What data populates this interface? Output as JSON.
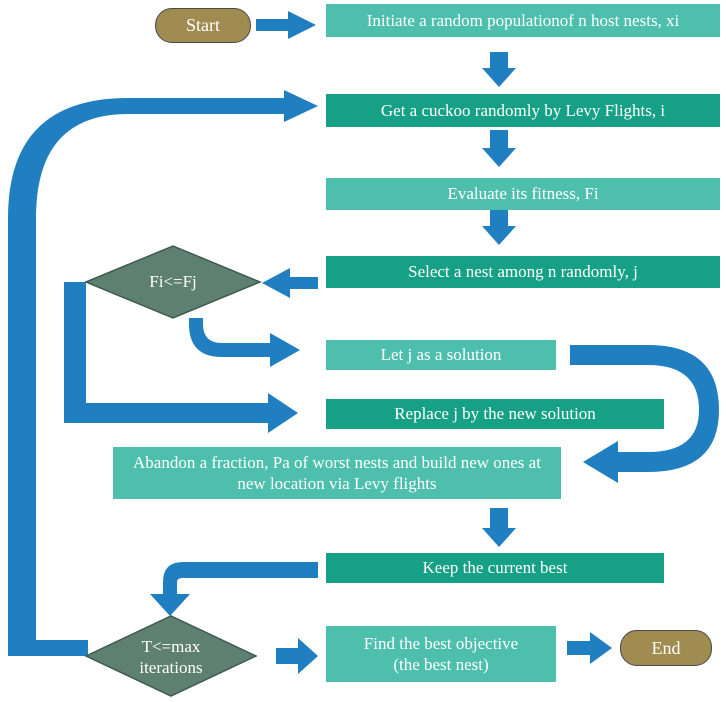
{
  "terminals": {
    "start": "Start",
    "end": "End"
  },
  "steps": {
    "init": "Initiate a random populationof n host nests, xi",
    "levy": "Get a cuckoo randomly by Levy Flights, i",
    "evaluate": "Evaluate its fitness, Fi",
    "select": "Select a nest among n randomly, j",
    "let_j": "Let j as a solution",
    "replace": "Replace j by the new solution",
    "abandon": "Abandon a fraction, Pa of worst nests and build new ones at new location via Levy flights",
    "keep": "Keep the current best",
    "find": "Find the best objective\n(the best nest)"
  },
  "decisions": {
    "compare": "Fi<=Fj",
    "iterations": "T<=max\niterations"
  },
  "colors": {
    "arrow": "#1f7fc1",
    "box_light": "#4dbfac",
    "box_dark": "#16a085",
    "diamond": "#5e8072",
    "terminal": "#a08c50"
  }
}
